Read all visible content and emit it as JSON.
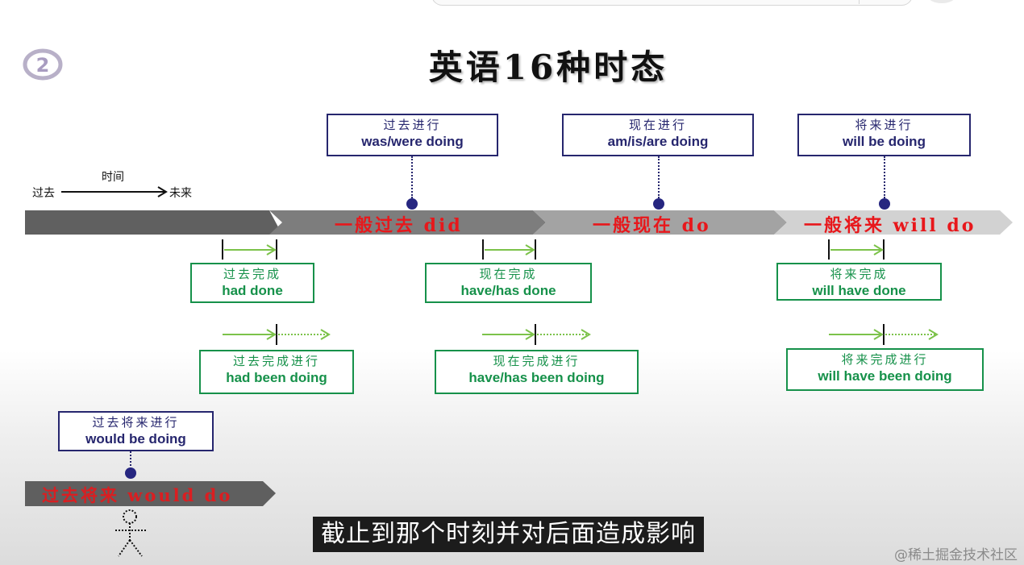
{
  "title": "英语16种时态",
  "time_axis": {
    "past": "过去",
    "label": "时间",
    "future": "未来"
  },
  "timeline_segments": [
    {
      "label": "一般过去 did"
    },
    {
      "label": "一般现在 do"
    },
    {
      "label": "一般将来 will do"
    }
  ],
  "progressive_boxes": [
    {
      "cn": "过去进行",
      "en": "was/were doing"
    },
    {
      "cn": "现在进行",
      "en": "am/is/are doing"
    },
    {
      "cn": "将来进行",
      "en": "will be doing"
    }
  ],
  "perfect_boxes": [
    {
      "cn": "过去完成",
      "en": "had done"
    },
    {
      "cn": "现在完成",
      "en": "have/has done"
    },
    {
      "cn": "将来完成",
      "en": "will have done"
    }
  ],
  "perfect_progressive_boxes": [
    {
      "cn": "过去完成进行",
      "en": "had been doing"
    },
    {
      "cn": "现在完成进行",
      "en": "have/has been doing"
    },
    {
      "cn": "将来完成进行",
      "en": "will have been doing"
    }
  ],
  "future_in_past": {
    "box": {
      "cn": "过去将来进行",
      "en": "would be doing"
    },
    "bar_label": "过去将来 would do"
  },
  "subtitle": "截止到那个时刻并对后面造成影响",
  "watermark": "@稀土掘金技术社区",
  "colors": {
    "dark_blue": "#26266e",
    "green": "#16914a",
    "red": "#e8171b"
  }
}
